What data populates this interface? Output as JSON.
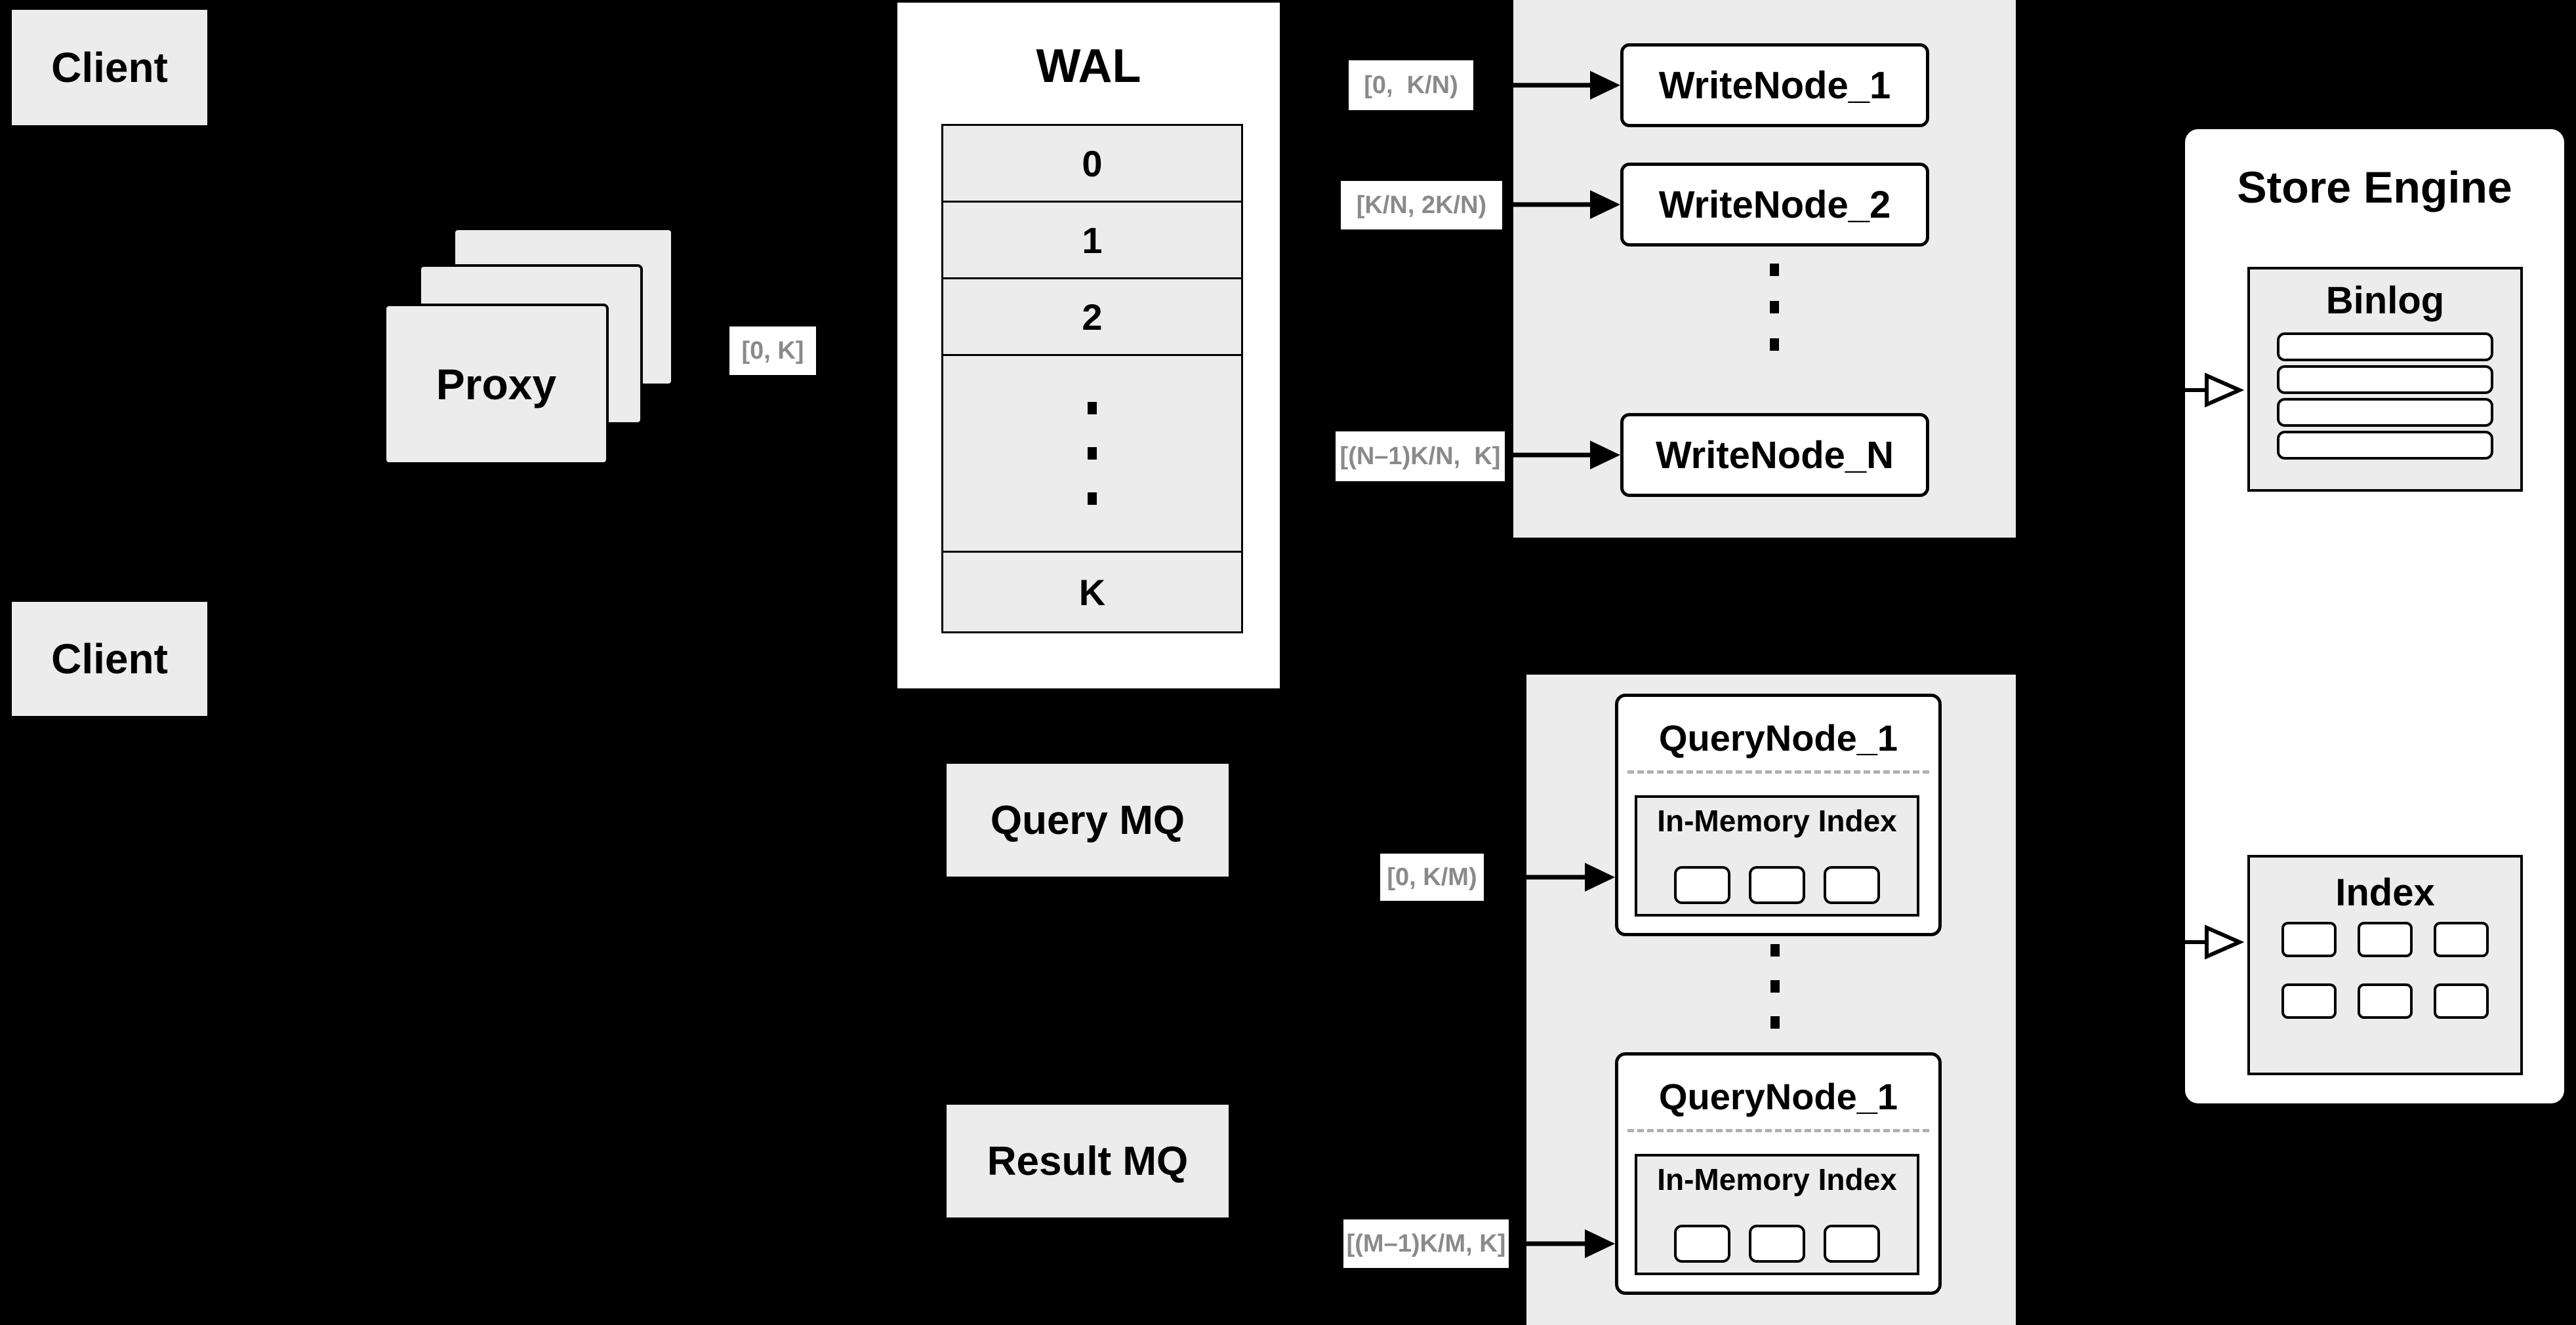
{
  "colors": {
    "background": "#000000",
    "panel_fill": "#ececec",
    "node_fill": "#ffffff",
    "line": "#000000",
    "range_label_text": "#8a8a8a",
    "divider_dash": "#b0b0b0"
  },
  "clients": {
    "top_label": "Client",
    "bottom_label": "Client"
  },
  "proxy": {
    "label": "Proxy",
    "range_label": "[0, K]"
  },
  "wal": {
    "title": "WAL",
    "cells": [
      "0",
      "1",
      "2",
      "K"
    ]
  },
  "write_group": {
    "range_labels": [
      "[0,  K/N)",
      "[K/N, 2K/N)",
      "[(N–1)K/N,  K]"
    ],
    "nodes": [
      "WriteNode_1",
      "WriteNode_2",
      "WriteNode_N"
    ]
  },
  "mq": {
    "query": "Query MQ",
    "result": "Result MQ"
  },
  "query_group": {
    "range_labels": [
      "[0, K/M)",
      "[(M–1)K/M, K]"
    ],
    "nodes": [
      {
        "title": "QueryNode_1",
        "panel_title": "In-Memory Index"
      },
      {
        "title": "QueryNode_1",
        "panel_title": "In-Memory Index"
      }
    ]
  },
  "store_engine": {
    "title": "Store Engine",
    "binlog_title": "Binlog",
    "index_title": "Index"
  }
}
